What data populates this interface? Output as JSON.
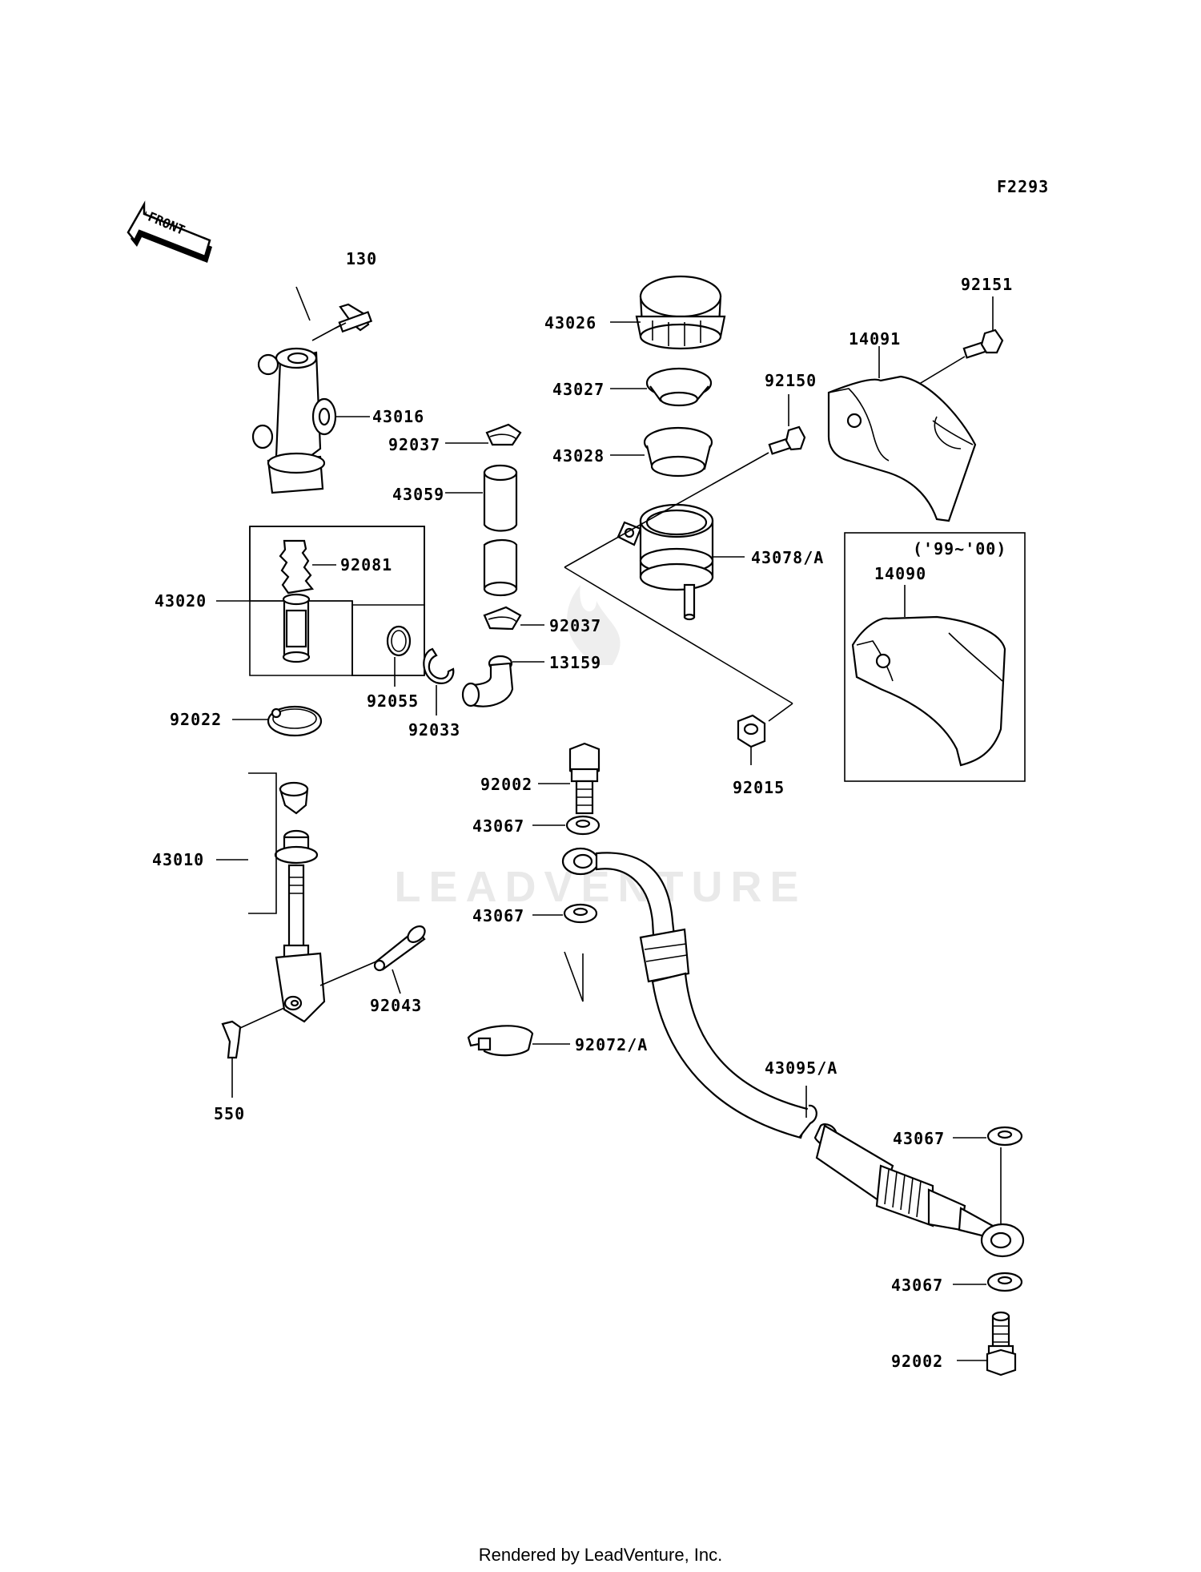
{
  "diagram_code": "F2293",
  "front_label": "FRONT",
  "variant_note": "('99~'00)",
  "watermark": "LEADVENTURE",
  "footer": "Rendered by LeadVenture, Inc.",
  "parts": {
    "p130": "130",
    "p43016": "43016",
    "p43020": "43020",
    "p92081": "92081",
    "p92022": "92022",
    "p43010": "43010",
    "p92043": "92043",
    "p550": "550",
    "p43026": "43026",
    "p43027": "43027",
    "p43028": "43028",
    "p92037a": "92037",
    "p43059": "43059",
    "p92037b": "92037",
    "p13159": "13159",
    "p92055": "92055",
    "p92033": "92033",
    "p92150": "92150",
    "p43078": "43078/A",
    "p92015": "92015",
    "p14091": "14091",
    "p92151": "92151",
    "p14090": "14090",
    "p92002a": "92002",
    "p43067a": "43067",
    "p43067b": "43067",
    "p92072": "92072/A",
    "p43095": "43095/A",
    "p43067c": "43067",
    "p43067d": "43067",
    "p92002b": "92002"
  }
}
